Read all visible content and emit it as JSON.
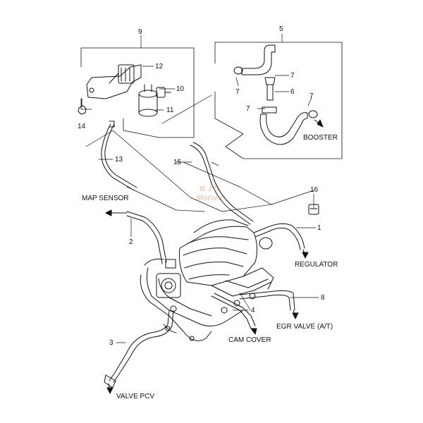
{
  "callouts": {
    "c1": "1",
    "c2": "2",
    "c3": "3",
    "c4": "4",
    "c5": "5",
    "c6": "6",
    "c7a": "7",
    "c7b": "7",
    "c7c": "7",
    "c7d": "7",
    "c8": "8",
    "c9": "9",
    "c10": "10",
    "c11": "11",
    "c12": "12",
    "c13": "13",
    "c14": "14",
    "c15": "15",
    "c16": "16"
  },
  "destinations": {
    "map_sensor": "MAP SENSOR",
    "booster": "BOOSTER",
    "regulator": "REGULATOR",
    "egr_valve": "EGR VALVE (A/T)",
    "cam_cover": "CAM COVER",
    "valve_pcv": "VALVE PCV"
  },
  "watermark": {
    "brand": "B J S",
    "brand2": "Motors",
    "color": "#cc6a4f"
  },
  "colors": {
    "line": "#111111",
    "background": "#ffffff"
  }
}
